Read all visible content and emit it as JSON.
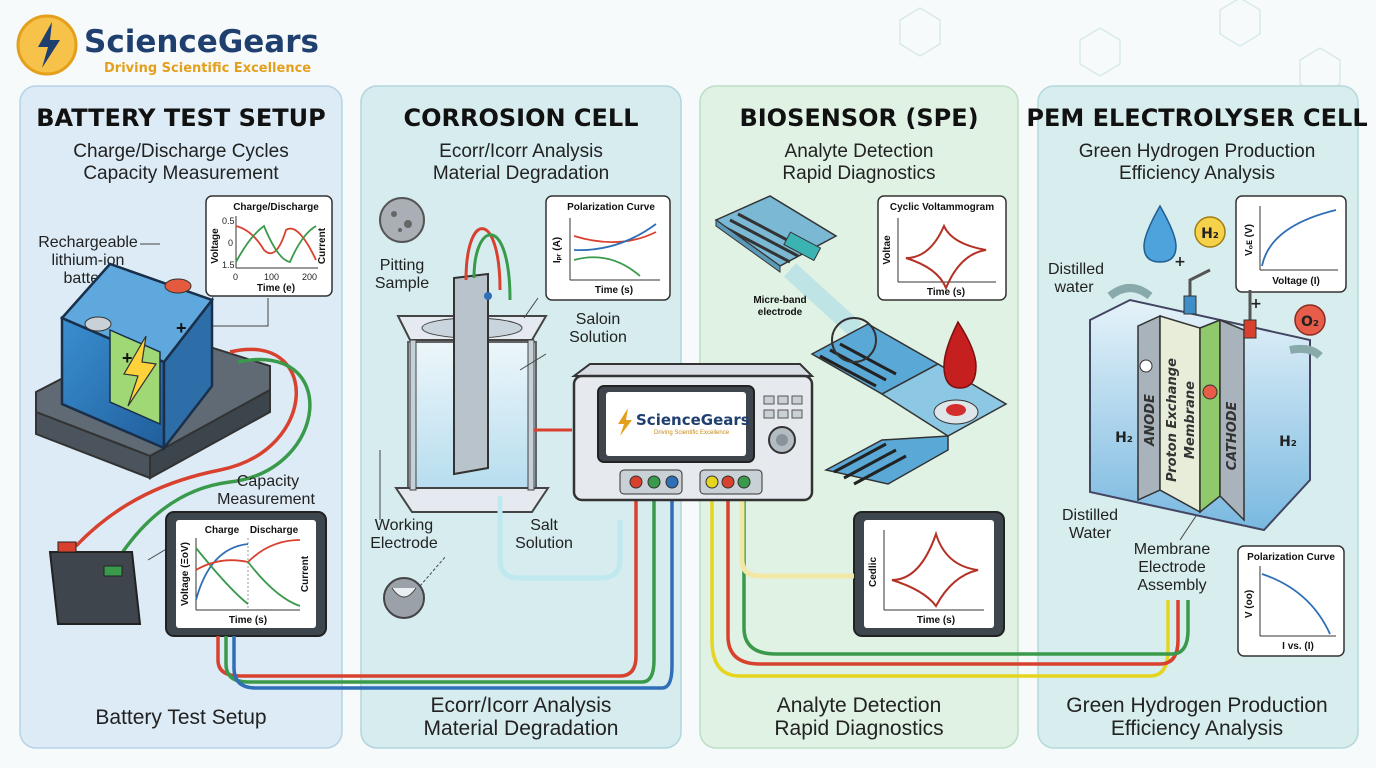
{
  "brand": {
    "name": "ScienceGears",
    "tagline": "Driving Scientific Excellence"
  },
  "panels": [
    {
      "title": "BATTERY TEST SETUP",
      "subtitle_1": "Charge/Discharge Cycles",
      "subtitle_2": "Capacity Measurement",
      "footer_1": "Battery Test Setup",
      "labels": {
        "battery_1": "Rechargeable",
        "battery_2": "lithium-ion",
        "battery_3": "battery",
        "capacity_1": "Capacity",
        "capacity_2": "Measurement"
      },
      "chart_top": {
        "title": "Charge/Discharge",
        "xlabel": "Time (e)",
        "ylabel": "Voltage",
        "ylabel_right": "Current",
        "yticks": [
          "0.5",
          "0",
          "1.5"
        ],
        "xticks": [
          "0",
          "100",
          "200"
        ]
      },
      "chart_bottom": {
        "legend_1": "Charge",
        "legend_2": "Discharge",
        "xlabel": "Time (s)",
        "ylabel": "Voltage (ΞoV)",
        "ylabel_right": "Current"
      }
    },
    {
      "title": "CORROSION CELL",
      "subtitle_1": "Ecorr/Icorr Analysis",
      "subtitle_2": "Material Degradation",
      "footer_1": "Ecorr/Icorr Analysis",
      "footer_2": "Material Degradation",
      "labels": {
        "pitting_1": "Pitting",
        "pitting_2": "Sample",
        "saloin_1": "Saloin",
        "saloin_2": "Solution",
        "working_1": "Working",
        "working_2": "Electrode",
        "salt_1": "Salt",
        "salt_2": "Solution"
      },
      "chart": {
        "title": "Polarization Curve",
        "xlabel": "Time (s)",
        "ylabel": "Iₚᵣ (A)"
      }
    },
    {
      "title": "BIOSENSOR (SPE)",
      "subtitle_1": "Analyte Detection",
      "subtitle_2": "Rapid Diagnostics",
      "footer_1": "Analyte Detection",
      "footer_2": "Rapid Diagnostics",
      "labels": {
        "microband_1": "Micre-band",
        "microband_2": "electrode"
      },
      "chart_top": {
        "title": "Cyclic Voltammogram",
        "xlabel": "Time (s)",
        "ylabel": "Voltae"
      },
      "chart_bottom": {
        "xlabel": "Time (s)",
        "ylabel": "Cedlic"
      }
    },
    {
      "title": "PEM ELECTROLYSER CELL",
      "subtitle_1": "Green Hydrogen Production",
      "subtitle_2": "Efficiency Analysis",
      "footer_1": "Green Hydrogen Production",
      "footer_2": "Efficiency Analysis",
      "labels": {
        "distilled_top_1": "Distilled",
        "distilled_top_2": "water",
        "distilled_bot_1": "Distilled",
        "distilled_bot_2": "Water",
        "mea_1": "Membrane",
        "mea_2": "Electrode",
        "mea_3": "Assembly",
        "h2_bubble": "H₂",
        "o2_bubble": "O₂",
        "h2_left": "H₂",
        "h2_right": "H₂",
        "anode": "ANODE",
        "membrane_1": "Proton Exchange",
        "membrane_2": "Membrane",
        "cathode": "CATHODE",
        "plus_1": "+",
        "plus_2": "+"
      },
      "chart_top": {
        "xlabel": "Voltage (I)",
        "ylabel": "Vₒᴇ (V)"
      },
      "chart_bottom": {
        "title": "Polarization Curve",
        "xlabel": "I vs. (I)",
        "ylabel": "V (oo)"
      }
    }
  ],
  "instrument": {
    "screen_brand": "ScienceGears",
    "screen_tagline": "Driving Scientific Excellence"
  },
  "colors": {
    "panel_blue": "#dcebf5",
    "panel_cyan": "#d6ecef",
    "panel_green": "#dff2e3",
    "panel_teal": "#d8eeee",
    "brand_navy": "#1f3f6e",
    "brand_gold": "#e4a01c"
  }
}
